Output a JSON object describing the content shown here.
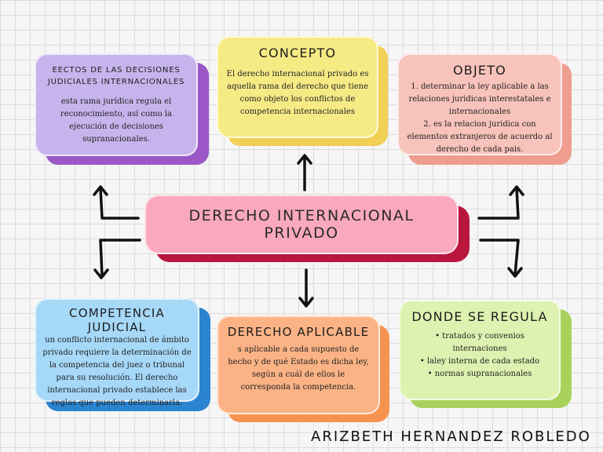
{
  "center": {
    "title": "DERECHO INTERNACIONAL PRIVADO"
  },
  "efectos": {
    "title": "EECTOS DE LAS DECISIONES JUDICIALES INTERNACIONALES",
    "text": "esta rama jurídica regula el reconocimiento, así como la ejecución de decisiones supranacionales."
  },
  "concepto": {
    "title": "CONCEPTO",
    "text": "El derecho internacional privado es aquella rama del derecho que tiene como objeto los conflictos de competencia internacionales"
  },
  "objeto": {
    "title": "OBJETO",
    "items": [
      "1. determinar la ley aplicable a las relaciones juridicas interestatales e internacionales",
      "2.      es la relacion juridica con elementos extranjeros de acuerdo al derecho de cada pais."
    ]
  },
  "competencia": {
    "title": "COMPETENCIA JUDICIAL",
    "text": "un conflicto internacional de ámbito privado requiere la determinación de la competencia del juez o tribunal para su resolución. El derecho internacional privado establece las reglas que pueden determinarla."
  },
  "aplicable": {
    "title": "DERECHO APLICABLE",
    "text": "s aplicable a cada supuesto de hecho y de qué Estado es dicha ley, según a cuál de ellos le corresponda la competencia."
  },
  "regula": {
    "title": "DONDE SE REGULA",
    "items": [
      "•        tratados y convenios internaciones",
      "•    laley interna de cada estado",
      "•        normas supranacionales"
    ]
  },
  "author": "ARIZBETH HERNANDEZ ROBLEDO",
  "colors": {
    "center_face": "#f9a8bd",
    "center_shadow": "#b8163c",
    "efectos_face": "#c7b4ec",
    "efectos_shadow": "#9a57c5",
    "concepto_face": "#f6ea85",
    "concepto_shadow": "#f2cf55",
    "objeto_face": "#f7c3ba",
    "objeto_shadow": "#ee9d8f",
    "competencia_face": "#a6d8f8",
    "competencia_shadow": "#2b84cf",
    "aplicable_face": "#fbb386",
    "aplicable_shadow": "#f7924f",
    "regula_face": "#ddf1b0",
    "regula_shadow": "#a9d25d"
  }
}
